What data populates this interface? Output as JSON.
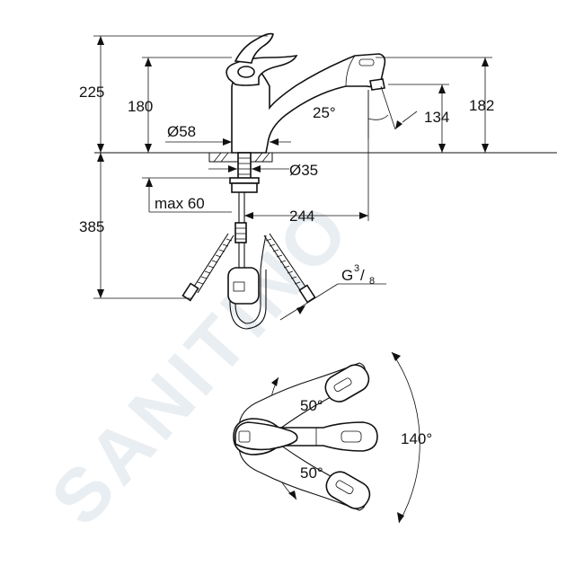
{
  "watermark": {
    "text": "SANITINO",
    "color": "#e9eef2"
  },
  "side_view": {
    "dimensions": {
      "total_height": "225",
      "spout_height": "180",
      "body_diameter": "Ø58",
      "outlet_height": "182",
      "aerator_height": "134",
      "spout_angle": "25°",
      "hole_diameter": "Ø35",
      "max_deck_thickness": "max 60",
      "projection": "244",
      "hose_length": "385"
    },
    "connection": {
      "prefix": "G",
      "numerator": "3",
      "slash": "/",
      "denominator": "8"
    }
  },
  "top_view": {
    "angles": {
      "upper_rotation": "50°",
      "lower_rotation": "50°",
      "total_rotation": "140°"
    }
  },
  "colors": {
    "line": "#111111",
    "background": "#ffffff"
  }
}
